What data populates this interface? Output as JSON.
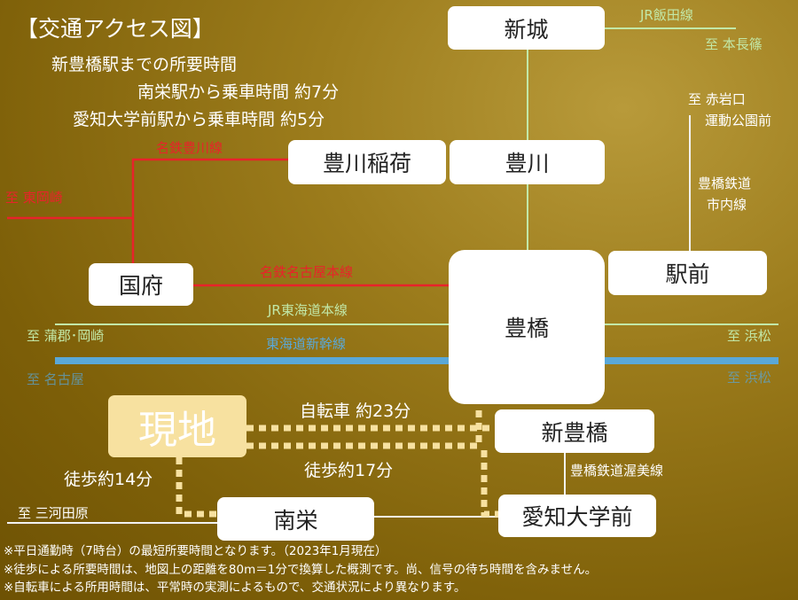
{
  "title": "【交通アクセス図】",
  "travel_notes": {
    "heading": "新豊橋駅までの所要時間",
    "line1": "南栄駅から乗車時間 約7分",
    "line2": "愛知大学前駅から乗車時間 約5分"
  },
  "stations": {
    "shinshiro": "新城",
    "toyokawa_inari": "豊川稲荷",
    "toyokawa": "豊川",
    "kou": "国府",
    "ekimae": "駅前",
    "toyohashi": "豊橋",
    "shin_toyohashi": "新豊橋",
    "minamisakae": "南栄",
    "aichi_univ": "愛知大学前"
  },
  "site": "現地",
  "lines": {
    "jr_iida": "JR飯田線",
    "meitetsu_toyokawa": "名鉄豊川線",
    "meitetsu_nagoya": "名鉄名古屋本線",
    "jr_tokaido": "JR東海道本線",
    "shinkansen": "東海道新幹線",
    "toyotetsu_shinai_1": "豊橋鉄道",
    "toyotetsu_shinai_2": "市内線",
    "toyotetsu_atsumi": "豊橋鉄道渥美線"
  },
  "destinations": {
    "motonagashino": "至 本長篠",
    "akaiwaguchi_1": "至 赤岩口",
    "akaiwaguchi_2": "運動公園前",
    "higashiokazaki": "至 東岡崎",
    "gamagori": "至 蒲郡･岡崎",
    "nagoya": "至 名古屋",
    "hamamatsu_jr": "至 浜松",
    "hamamatsu_shinkansen": "至 浜松",
    "mikawatahara": "至 三河田原"
  },
  "routes": {
    "bicycle": "自転車 約23分",
    "walk_aichi": "徒歩約17分",
    "walk_minamisakae": "徒歩約14分"
  },
  "footnotes": [
    "※平日通勤時（7時台）の最短所要時間となります。（2023年1月現在）",
    "※徒歩による所要時間は、地図上の距離を80m＝1分で換算した概測です。尚、信号の待ち時間を含みません。",
    "※自転車による所用時間は、平常時の実測によるもので、交通状況により異なります。"
  ],
  "colors": {
    "jr_line": "#c2e8a8",
    "meitetsu_line": "#e8232a",
    "shinkansen_line": "#5aa8d8",
    "toyotetsu_line": "#f2f2f2",
    "walk_route": "#f7e1a0"
  }
}
